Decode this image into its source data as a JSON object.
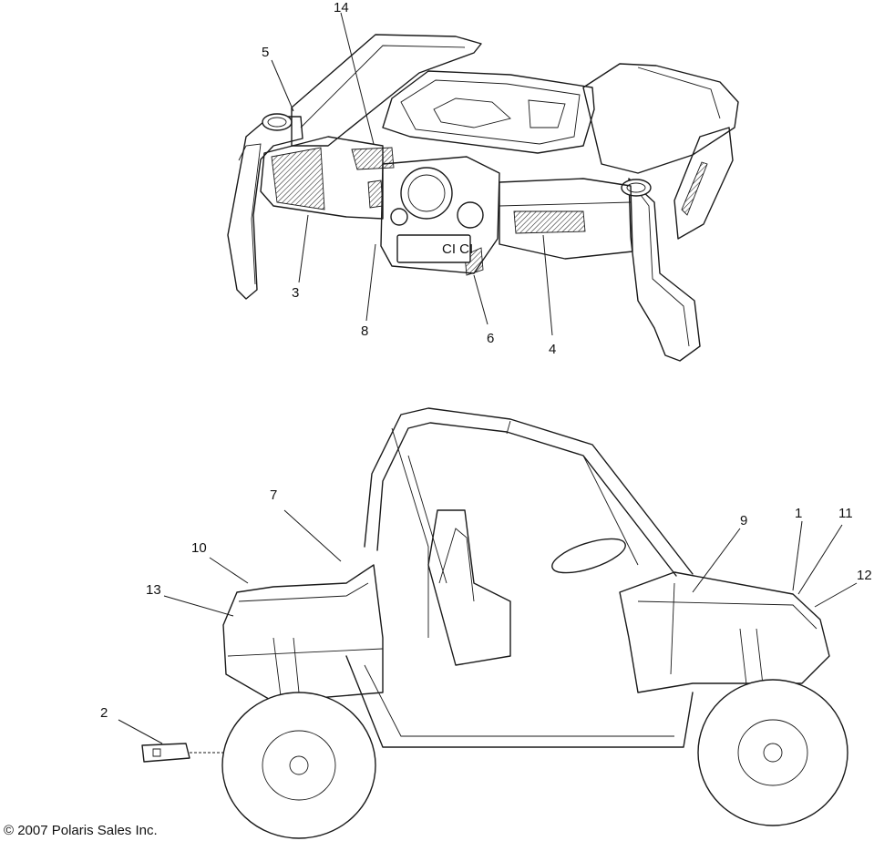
{
  "callouts": {
    "c1": "1",
    "c2": "2",
    "c3": "3",
    "c4": "4",
    "c5": "5",
    "c6": "6",
    "c7": "7",
    "c8": "8",
    "c9": "9",
    "c10": "10",
    "c11": "11",
    "c12": "12",
    "c13": "13",
    "c14": "14"
  },
  "dash_panel_text": "CI CI",
  "copyright": "© 2007 Polaris Sales Inc."
}
